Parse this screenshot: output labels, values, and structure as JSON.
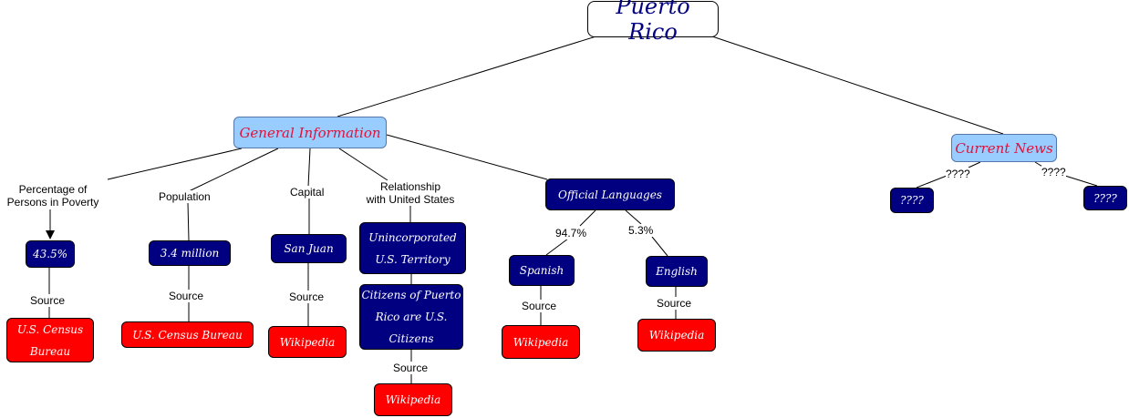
{
  "root": "Puerto Rico",
  "general_information": "General Information",
  "current_news": "Current News",
  "news_items": [
    "????",
    "????"
  ],
  "news_link_labels": [
    "????",
    "????"
  ],
  "link_labels": {
    "poverty": "Percentage of\nPersons in Poverty",
    "population": "Population",
    "capital": "Capital",
    "relationship": "Relationship\nwith United States",
    "spanish_pct": "94.7%",
    "english_pct": "5.3%",
    "source": "Source"
  },
  "concepts": {
    "poverty_value": "43.5%",
    "population_value": "3.4 million",
    "capital_value": "San Juan",
    "territory": "Unincorporated U.S. Territory",
    "citizens": "Citizens of Puerto Rico are U.S. Citizens",
    "official_languages": "Official Languages",
    "spanish": "Spanish",
    "english": "English"
  },
  "sources": {
    "poverty": "U.S. Census Bureau",
    "population": "U.S. Census Bureau",
    "capital": "Wikipedia",
    "citizens": "Wikipedia",
    "spanish": "Wikipedia",
    "english": "Wikipedia"
  },
  "colors": {
    "dark_node": "#000080",
    "source_node": "#ff0000",
    "light_node": "#99ccff",
    "light_text": "#dc143c"
  }
}
